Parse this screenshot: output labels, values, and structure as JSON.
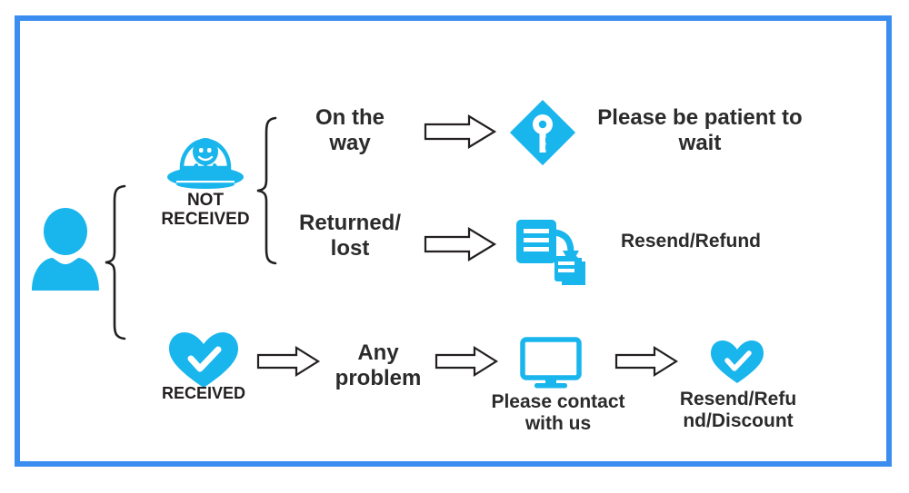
{
  "diagram": {
    "title_text_color": "#2b2b2b",
    "accent_color": "#19b5ed",
    "frame_color": "#3b8ef0",
    "arrow_stroke_color": "#231f20",
    "start": {
      "icon": "person-icon",
      "label": ""
    },
    "branches": [
      {
        "id": "not-received",
        "icon": "ufo-alien-icon",
        "caption": "NOT\nRECEIVED",
        "outcomes": [
          {
            "id": "on-the-way",
            "condition": "On the\nway",
            "result_icon": "key-diamond-icon",
            "result": "Please be patient to\nwait"
          },
          {
            "id": "returned-lost",
            "condition": "Returned/\nlost",
            "result_icon": "document-resend-icon",
            "result": "Resend/Refund"
          }
        ]
      },
      {
        "id": "received",
        "icon": "heart-check-icon",
        "caption": "RECEIVED",
        "outcomes": [
          {
            "id": "any-problem",
            "condition": "Any\nproblem",
            "step_icon": "monitor-icon",
            "step_label": "Please contact\nwith us",
            "result_icon": "heart-check-icon",
            "result": "Resend/Refu\nnd/Discount"
          }
        ]
      }
    ]
  }
}
